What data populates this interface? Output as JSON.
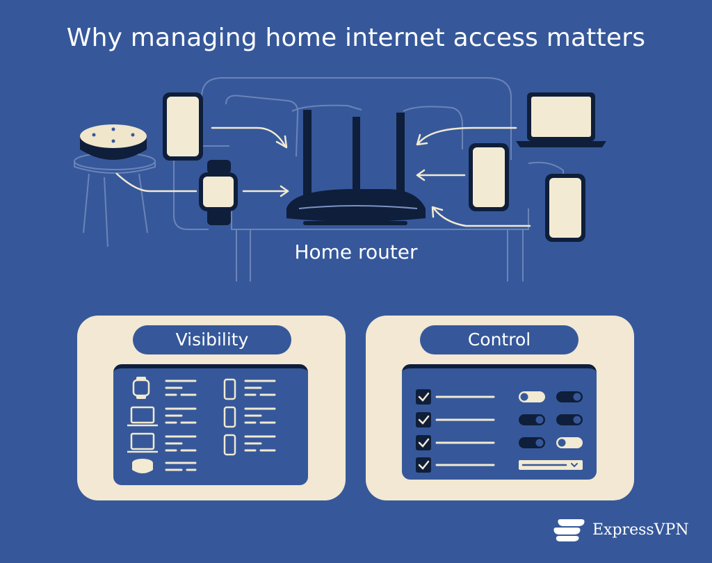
{
  "title": "Why managing home internet access matters",
  "router_label": "Home router",
  "cards": {
    "visibility": {
      "label": "Visibility"
    },
    "control": {
      "label": "Control"
    }
  },
  "control_rows": [
    {
      "checked": true,
      "toggle1": "off",
      "toggle2": "on"
    },
    {
      "checked": true,
      "toggle1": "on",
      "toggle2": "on"
    },
    {
      "checked": true,
      "toggle1": "on",
      "toggle2": "off"
    },
    {
      "checked": true,
      "select": true
    }
  ],
  "visibility_devices": [
    "watch-icon",
    "laptop-icon",
    "laptop-icon",
    "smart-speaker-icon",
    "phone-icon",
    "phone-icon",
    "phone-icon"
  ],
  "brand": {
    "name": "ExpressVPN"
  },
  "colors": {
    "background": "#36589a",
    "cream": "#f2e8d3",
    "dark": "#0f1e3a",
    "screen": "#f2ead2"
  }
}
